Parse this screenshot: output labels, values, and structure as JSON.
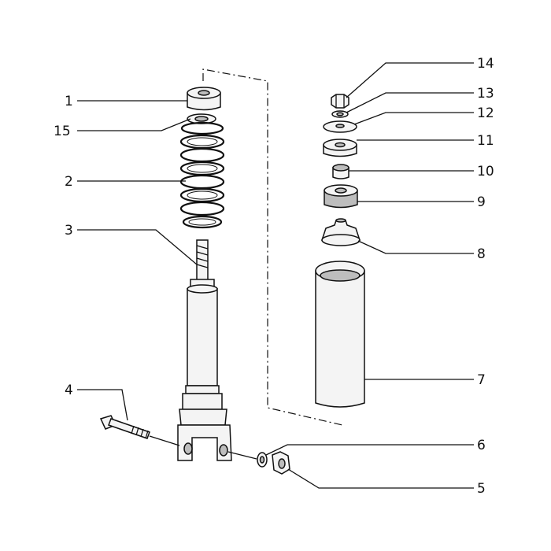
{
  "callouts": [
    {
      "id": "c1",
      "text": "1"
    },
    {
      "id": "c15",
      "text": "15"
    },
    {
      "id": "c2",
      "text": "2"
    },
    {
      "id": "c3",
      "text": "3"
    },
    {
      "id": "c4",
      "text": "4"
    },
    {
      "id": "c14",
      "text": "14"
    },
    {
      "id": "c13",
      "text": "13"
    },
    {
      "id": "c12",
      "text": "12"
    },
    {
      "id": "c11",
      "text": "11"
    },
    {
      "id": "c10",
      "text": "10"
    },
    {
      "id": "c9",
      "text": "9"
    },
    {
      "id": "c8",
      "text": "8"
    },
    {
      "id": "c7",
      "text": "7"
    },
    {
      "id": "c6",
      "text": "6"
    },
    {
      "id": "c5",
      "text": "5"
    }
  ]
}
